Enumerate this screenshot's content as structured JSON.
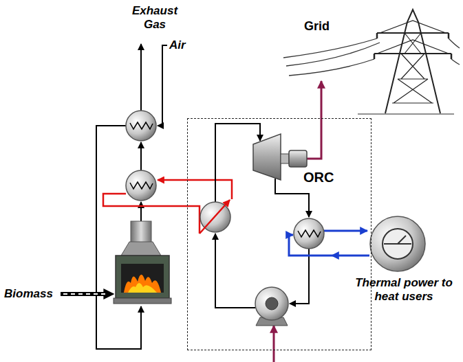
{
  "diagram": {
    "nodes": [
      {
        "text": [
          "ORC"
        ]
      }
    ],
    "edges": [],
    "labels": [
      "Exhaust Gas",
      "Air",
      "Grid",
      "Biomass",
      "Thermal power to heat users"
    ]
  }
}
